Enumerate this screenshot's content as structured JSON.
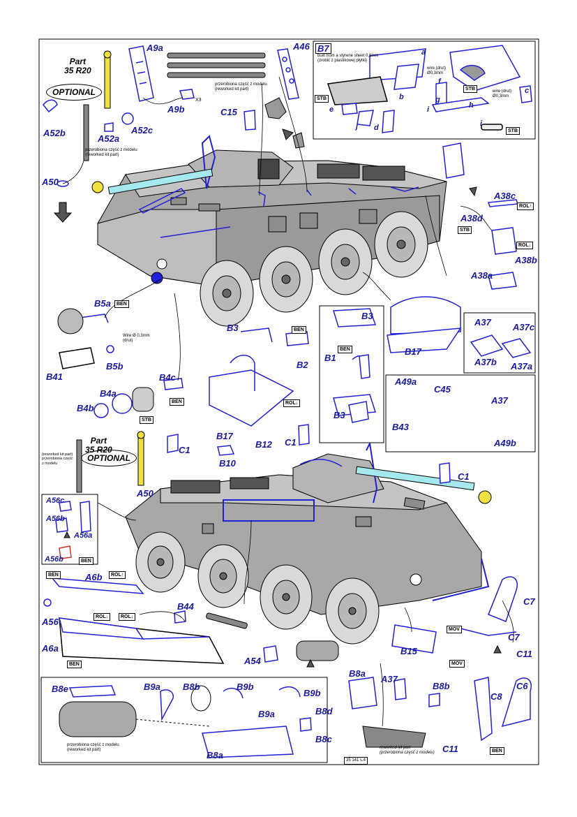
{
  "colors": {
    "part_blue": "#2020d8",
    "hull_grey": "#a8a8a8",
    "barrel_cyan": "#a6e8f0",
    "brass_yellow": "#f0e040",
    "label_blue": "#1a1a9e"
  },
  "labels": {
    "A9a": "A9a",
    "A46": "A46",
    "A9b": "A9b",
    "X3": "X3",
    "C15": "C15",
    "A52b": "A52b",
    "A52a": "A52a",
    "A52c": "A52c",
    "A50": "A50",
    "A50b": "A50",
    "B7": "B7",
    "a": "a",
    "b": "b",
    "c": "c",
    "d": "d",
    "e": "e",
    "f": "f",
    "g": "g",
    "h": "h",
    "i1": "i",
    "i2": "i",
    "j": "j",
    "A38c": "A38c",
    "A38d": "A38d",
    "A38b": "A38b",
    "A38a": "A38a",
    "B5a": "B5a",
    "B5b": "B5b",
    "B41": "B41",
    "B4a": "B4a",
    "B4b": "B4b",
    "B4c": "B4c",
    "B3": "B3",
    "B2": "B2",
    "B17": "B17",
    "B17b": "B17",
    "B3b": "B3",
    "B1": "B1",
    "B3c": "B3",
    "A37": "A37",
    "A37c": "A37c",
    "A37b": "A37b",
    "A37a": "A37a",
    "A49a": "A49a",
    "C45": "C45",
    "A37d": "A37",
    "B43": "B43",
    "A49b": "A49b",
    "C1a": "C1",
    "B12": "B12",
    "C1b": "C1",
    "B10": "B10",
    "C1c": "C1",
    "A56c": "A56c",
    "A56b": "A56b",
    "A56a": "A56a",
    "A56b2": "A56b",
    "A6b": "A6b",
    "A56": "A56",
    "A6a": "A6a",
    "B44": "B44",
    "A54": "A54",
    "B15": "B15",
    "C7a": "C7",
    "C7b": "C7",
    "C11a": "C11",
    "C8": "C8",
    "C6": "C6",
    "C11b": "C11",
    "B8a": "B8a",
    "A37e": "A37",
    "B8b": "B8b",
    "B8e": "B8e",
    "B9a": "B9a",
    "B8b2": "B8b",
    "B9b": "B9b",
    "B9b2": "B9b",
    "B9a2": "B9a",
    "B8d": "B8d",
    "B8c": "B8c",
    "B8a2": "B8a"
  },
  "tags": {
    "stb1": "STB",
    "stb2": "STB",
    "stb3": "STB",
    "stb4": "STB",
    "stb5": "STB",
    "ben1": "BEN",
    "ben2": "BEN",
    "ben3": "BEN",
    "ben4": "BEN",
    "ben5": "BEN",
    "ben6": "BEN",
    "ben7": "BEN",
    "ben8": "BEN",
    "rol1": "ROL↑",
    "rol2": "ROL↓",
    "rol3": "ROL↓",
    "rol4": "ROL↑",
    "rol5": "ROL↓",
    "rol6": "ROL↓",
    "mov1": "MOV",
    "mov2": "MOV"
  },
  "parts": {
    "top": "Part\n35 R20",
    "bottom": "Part\n35 R20"
  },
  "optional": {
    "top": "OPTIONAL",
    "bottom": "OPTIONAL"
  },
  "notes": {
    "reworked1": "przerobiona część z modelu\n(reworked kit part)",
    "reworked2": "przerobiona część z modelu\n(reworked kit part)",
    "reworked3": "(reworked kit part)\nprzerobiona część\nz modelu",
    "reworked4": "reworked kit part\n(przerobiona część z modelu)",
    "reworked5": "przerobiona część z modelu\n(reworked kit part)",
    "b7note": "built from a styrene sheet 0,8mm\n(zrobić z plastikowej płytki)",
    "wire1": "wire (drut)\nØ0,3mm",
    "wire2": "wire (drut)\nØ0,3mm",
    "wire3": "Wire Ø 0,3mm\n(drut)",
    "footer": "35 141 s.4"
  }
}
